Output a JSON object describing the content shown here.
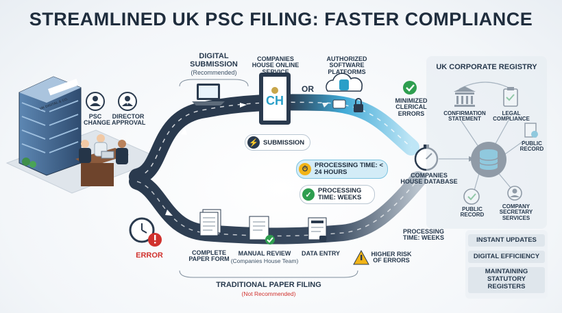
{
  "title": "STREAMLINED UK PSC FILING: FASTER COMPLIANCE",
  "labels": {
    "psc_change": "PSC CHANGE",
    "director_approval": "DIRECTOR APPROVAL",
    "digital_submission": "DIGITAL SUBMISSION",
    "digital_recommended": "(Recommended)",
    "ch_online": "COMPANIES HOUSE ONLINE SERVICE",
    "or": "OR",
    "authorized_software": "AUTHORIZED SOFTWARE PLATFORMS",
    "minimized_errors": "MINIMIZED CLERICAL ERRORS",
    "submission": "SUBMISSION",
    "processing_24h": "PROCESSING TIME: < 24 HOURS",
    "processing_weeks_pill": "PROCESSING TIME: WEEKS",
    "ch_database": "COMPANIES HOUSE DATABASE",
    "error": "ERROR",
    "complete_paper_form": "COMPLETE PAPER FORM",
    "manual_review": "MANUAL REVIEW",
    "manual_review_sub": "(Companies House Team)",
    "data_entry": "DATA ENTRY",
    "higher_risk": "HIGHER RISK OF ERRORS",
    "processing_weeks": "PROCESSING TIME: WEEKS",
    "traditional": "TRADITIONAL PAPER FILING",
    "not_recommended": "(Not Recommended)",
    "ch_logo": "CH",
    "building_sign": "UK DIGITAL & CO."
  },
  "registry": {
    "title": "UK CORPORATE REGISTRY",
    "confirmation_statement": "CONFIRMATION STATEMENT",
    "legal_compliance": "LEGAL COMPLIANCE",
    "public_record_right": "PUBLIC RECORD",
    "public_record_bottom": "PUBLIC RECORD",
    "company_secretary": "COMPANY SECRETARY SERVICES"
  },
  "benefits": [
    "INSTANT UPDATES",
    "DIGITAL EFFICIENCY",
    "MAINTAINING STATUTORY REGISTERS"
  ],
  "colors": {
    "navy": "#2a3a4e",
    "teal": "#2a9fc8",
    "green": "#2e9e4f",
    "red": "#d0312d",
    "amber": "#f2b418"
  }
}
